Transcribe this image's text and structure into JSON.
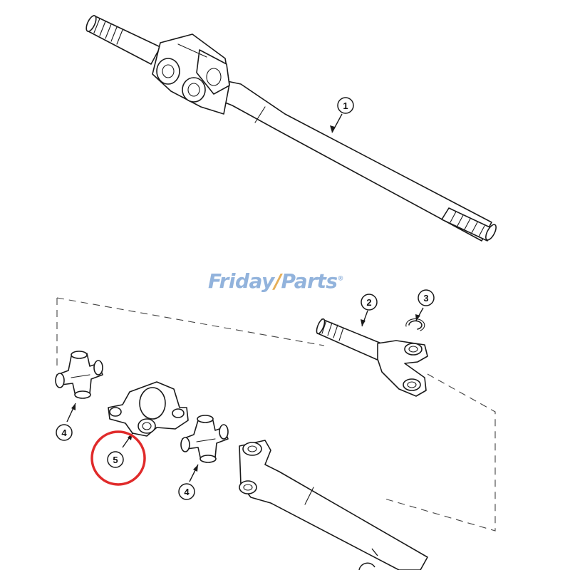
{
  "watermark": {
    "part1": "Friday",
    "part2": "/",
    "part3": "Parts",
    "reg": "®"
  },
  "callouts": [
    {
      "id": "axle-shaft-long",
      "label": "1"
    },
    {
      "id": "stub-shaft",
      "label": "2"
    },
    {
      "id": "snap-ring",
      "label": "3"
    },
    {
      "id": "u-joint-cross-left",
      "label": "4"
    },
    {
      "id": "coupling-yoke",
      "label": "5"
    },
    {
      "id": "u-joint-cross-right",
      "label": "4"
    }
  ],
  "highlight": {
    "target": "coupling-yoke",
    "color": "#e02a2a"
  }
}
